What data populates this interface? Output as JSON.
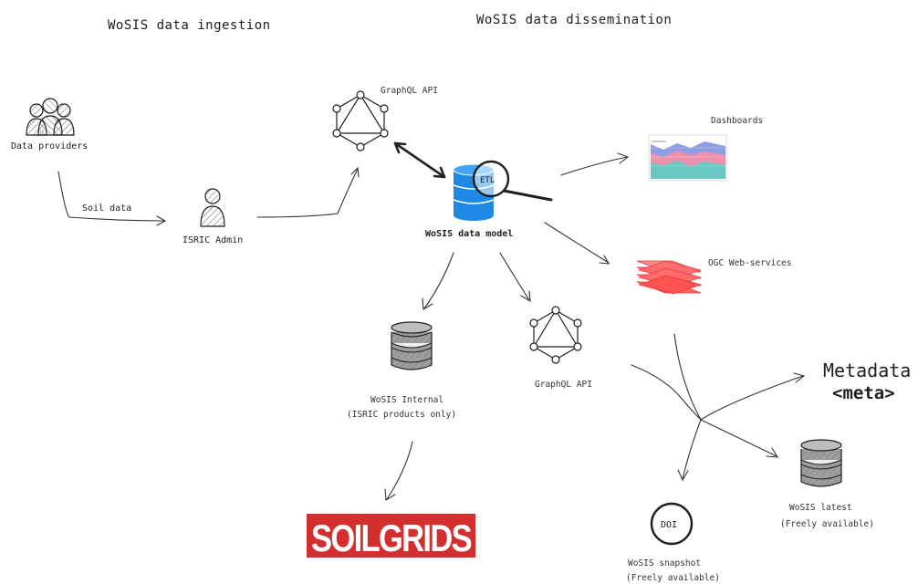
{
  "headings": {
    "ingestion": "WoSIS data ingestion",
    "dissemination": "WoSIS data dissemination"
  },
  "nodes": {
    "data_providers": "Data providers",
    "soil_data": "Soil data",
    "isric_admin": "ISRIC Admin",
    "graphql_api_top": "GraphQL API",
    "etl": "ETL",
    "wosis_data_model": "WoSIS data model",
    "dashboards": "Dashboards",
    "ogc_web_services": "OGC Web-services",
    "graphql_api_mid": "GraphQL API",
    "wosis_internal_line1": "WoSIS Internal",
    "wosis_internal_line2": "(ISRIC products only)",
    "soilgrids": "SOILGRIDS",
    "metadata": "Metadata",
    "meta_tag": "<meta>",
    "doi": "DOI",
    "wosis_snapshot_line1": "WoSIS snapshot",
    "wosis_snapshot_line2": "(Freely available)",
    "wosis_latest_line1": "WoSIS latest",
    "wosis_latest_line2": "(Freely available)"
  },
  "colors": {
    "stroke": "#1e1e1e",
    "db_blue": "#1e88e5",
    "ogc_red": "#ff6b6b",
    "soilgrids_red": "#d32f2f",
    "dashboard_blue": "#7b8cde",
    "dashboard_pink": "#ff8fa3",
    "dashboard_teal": "#4fd1c5"
  },
  "icons": {
    "data_providers": "people-group-icon",
    "isric_admin": "person-icon",
    "graphql": "graphql-icon",
    "db": "database-icon",
    "etl": "magnifier-icon",
    "dashboard": "area-chart-icon",
    "ogc": "layers-icon",
    "doi": "doi-badge-icon"
  }
}
